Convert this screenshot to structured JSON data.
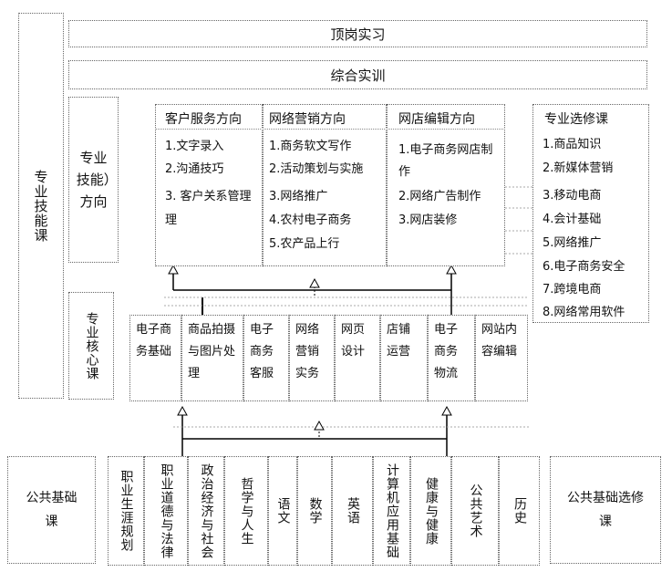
{
  "left_label": "专业技能课",
  "top_bars": {
    "internship": "顶岗实习",
    "training": "综合实训"
  },
  "direction_label": "专业 技能）方向",
  "core_label": "专业核心课",
  "directions": [
    {
      "title": "客户服务方向",
      "items": [
        "1.文字录入",
        "2.沟通技巧",
        "3. 客户关系管理"
      ]
    },
    {
      "title": "网络营销方向",
      "items": [
        "1.商务软文写作",
        "2.活动策划与实施",
        "3.网络推广",
        "4.农村电子商务",
        "5.农产品上行"
      ]
    },
    {
      "title": "网店编辑方向",
      "items": [
        "1.电子商务网店制作",
        "2.网络广告制作",
        "3.网店装修"
      ]
    }
  ],
  "electives": {
    "title": "专业选修课",
    "items": [
      "1.商品知识",
      "2.新媒体营销",
      "3.移动电商",
      "4.会计基础",
      "5.网络推广",
      "6.电子商务安全",
      "7.跨境电商",
      "8.网络常用软件"
    ]
  },
  "core_courses": [
    "电子商务基础",
    "商品拍摄与图片处理",
    "电子商务客服",
    "网络营销实务",
    "网页设计",
    "店铺运营",
    "电子商务物流",
    "网站内容编辑"
  ],
  "public_left": "公共基础课",
  "public_right": "公共基础选修课",
  "public_courses": [
    "职业生涯规划",
    "职业道德与法律",
    "政治经济与社会",
    "哲学与人生",
    "语文",
    "数学",
    "英语",
    "计算机应用基础",
    "健康与健康",
    "公共艺术",
    "历史"
  ]
}
